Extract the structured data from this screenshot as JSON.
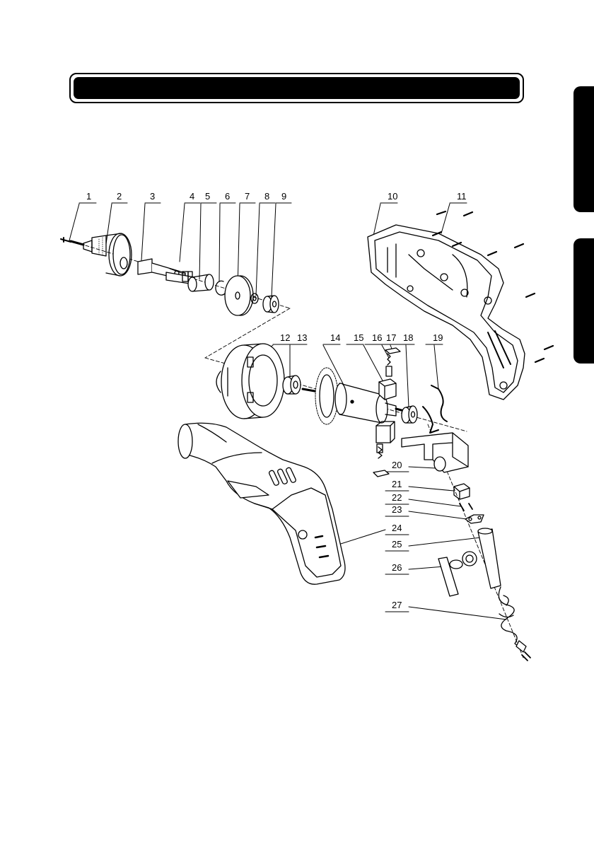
{
  "header": {
    "title": ""
  },
  "side_tabs": [
    "",
    ""
  ],
  "diagram": {
    "part_numbers": [
      "1",
      "2",
      "3",
      "4",
      "5",
      "6",
      "7",
      "8",
      "9",
      "10",
      "11",
      "12",
      "13",
      "14",
      "15",
      "16",
      "17",
      "18",
      "19",
      "20",
      "21",
      "22",
      "23",
      "24",
      "25",
      "26",
      "27"
    ]
  }
}
